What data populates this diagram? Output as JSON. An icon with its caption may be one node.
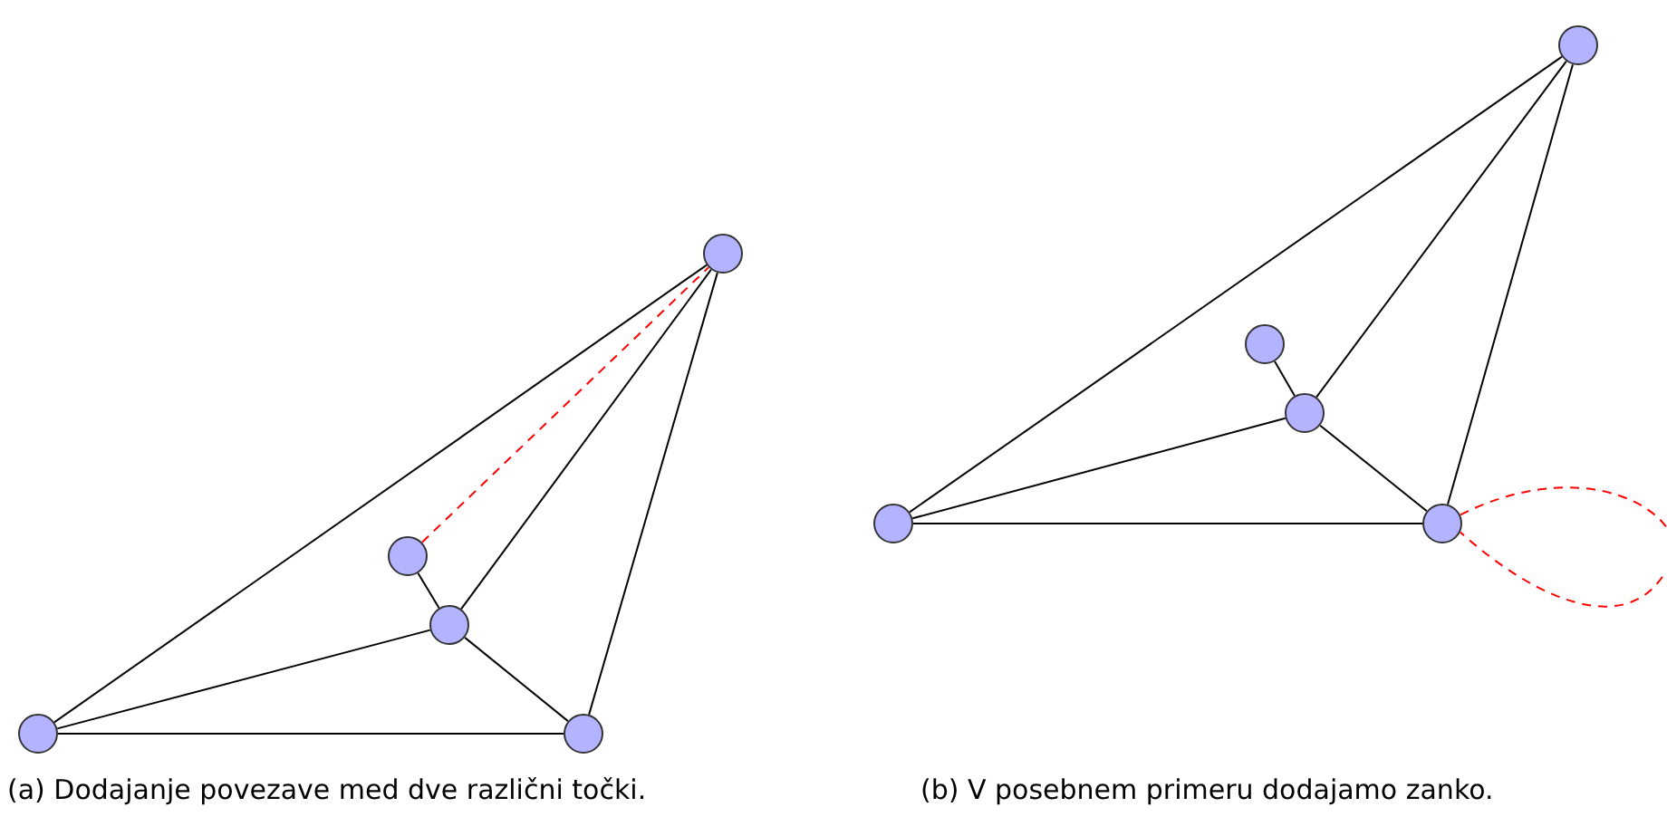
{
  "diagram": {
    "nodes": [
      {
        "text": [],
        "shape": "circle"
      },
      {
        "text": [],
        "shape": "circle"
      },
      {
        "text": [],
        "shape": "circle"
      },
      {
        "text": [],
        "shape": "circle"
      },
      {
        "text": [],
        "shape": "circle"
      },
      {
        "text": [],
        "shape": "circle"
      },
      {
        "text": [],
        "shape": "circle"
      },
      {
        "text": [],
        "shape": "circle"
      },
      {
        "text": [],
        "shape": "circle"
      },
      {
        "text": [],
        "shape": "circle"
      }
    ],
    "edges": [
      {
        "from": 0,
        "to": 3,
        "arrow": "none"
      },
      {
        "from": 0,
        "to": 2,
        "arrow": "none"
      },
      {
        "from": 0,
        "to": 4,
        "arrow": "none"
      },
      {
        "from": 3,
        "to": 4,
        "arrow": "none"
      },
      {
        "from": 3,
        "to": 2,
        "arrow": "none"
      },
      {
        "from": 2,
        "to": 1,
        "arrow": "none"
      },
      {
        "from": 2,
        "to": 4,
        "arrow": "none"
      },
      {
        "from": 1,
        "to": 0,
        "arrow": "none",
        "style": "dashed",
        "color": "#ff0000"
      },
      {
        "from": 5,
        "to": 8,
        "arrow": "none"
      },
      {
        "from": 5,
        "to": 7,
        "arrow": "none"
      },
      {
        "from": 5,
        "to": 9,
        "arrow": "none"
      },
      {
        "from": 8,
        "to": 9,
        "arrow": "none"
      },
      {
        "from": 8,
        "to": 7,
        "arrow": "none"
      },
      {
        "from": 7,
        "to": 6,
        "arrow": "none"
      },
      {
        "from": 7,
        "to": 9,
        "arrow": "none"
      },
      {
        "from": 9,
        "to": 9,
        "arrow": "none",
        "style": "dashed",
        "color": "#ff0000"
      }
    ],
    "labels": [
      "(a) Dodajanje povezave med dve različni točki.",
      "(b) V posebnem primeru dodajamo zanko."
    ]
  }
}
